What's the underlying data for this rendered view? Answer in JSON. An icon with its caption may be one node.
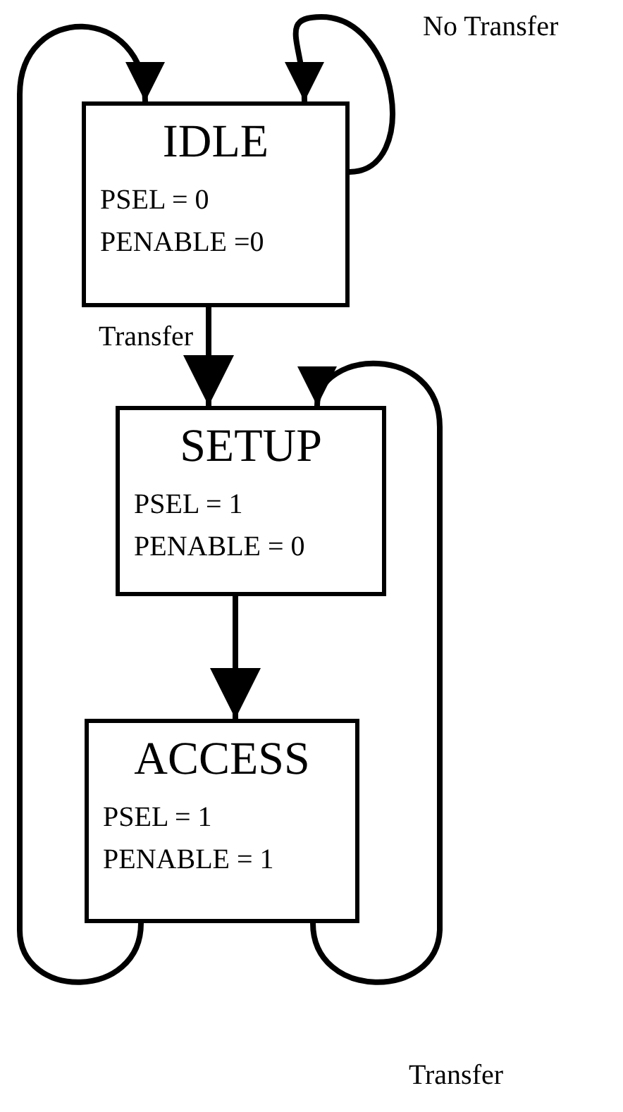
{
  "diagram": {
    "nodes": [
      {
        "text": [
          "IDLE",
          "PSEL = 0",
          "PENABLE =0"
        ]
      },
      {
        "text": [
          "SETUP",
          "PSEL = 1",
          "PENABLE = 0"
        ]
      },
      {
        "text": [
          "ACCESS",
          "PSEL = 1",
          "PENABLE = 1"
        ]
      }
    ],
    "edges": [
      {
        "from": 0,
        "to": 0,
        "arrow": "to",
        "label": "No Transfer"
      },
      {
        "from": 0,
        "to": 1,
        "arrow": "to",
        "label": "Transfer"
      },
      {
        "from": 1,
        "to": 2,
        "arrow": "to"
      },
      {
        "from": 2,
        "to": 1,
        "arrow": "to",
        "label": "Transfer"
      },
      {
        "from": 2,
        "to": 0,
        "arrow": "to"
      }
    ]
  }
}
